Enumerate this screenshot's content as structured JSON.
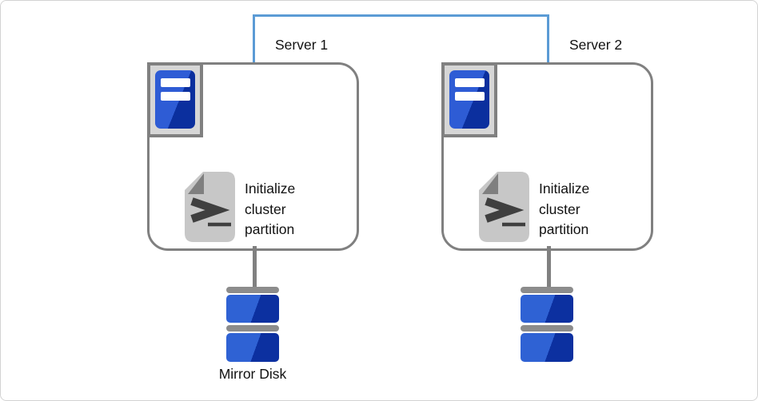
{
  "diagram": {
    "type": "cluster-initialization-diagram",
    "interconnect": {
      "description": "network link between servers",
      "color": "#5B9BD5"
    },
    "servers": [
      {
        "label": "Server 1",
        "icon": "server-tower-icon",
        "action": {
          "icon": "shell-script-icon",
          "label": "Initialize cluster partition"
        }
      },
      {
        "label": "Server 2",
        "icon": "server-tower-icon",
        "action": {
          "icon": "shell-script-icon",
          "label": "Initialize cluster partition"
        }
      }
    ],
    "mirror_disk": {
      "label": "Mirror Disk",
      "icon": "disk-stack-icon"
    },
    "icons": {
      "script_prompt_glyph": ">_"
    },
    "colors": {
      "box_border": "#808080",
      "icon_plate": "#D6D6D6",
      "tower_blue_light": "#2E5CD5",
      "tower_blue_dark": "#0B2F9E",
      "disk_blue_light": "#2F62D4",
      "disk_blue_dark": "#0C30A0",
      "disk_cap_gray": "#8C8C8C",
      "script_doc_gray": "#C7C7C7",
      "script_fold_gray": "#7F7F7F",
      "link_blue": "#5B9BD5"
    }
  }
}
